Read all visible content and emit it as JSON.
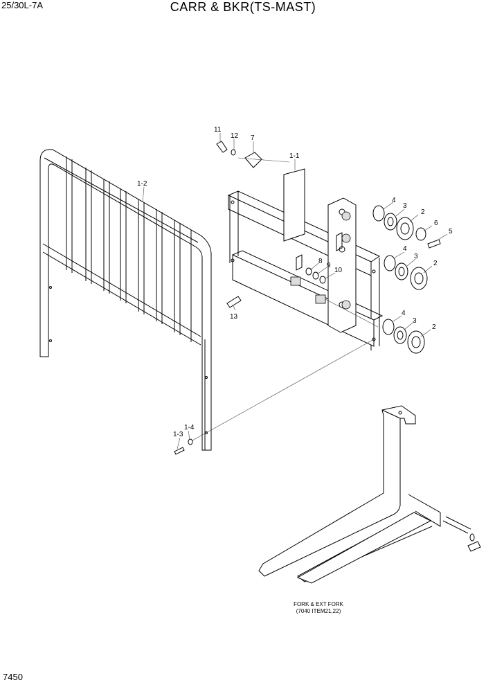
{
  "header": {
    "model": "25/30L-7A",
    "title": "CARR & BKR(TS-MAST)"
  },
  "footer": {
    "page_number": "7450"
  },
  "reference_note": {
    "line1": "FORK & EXT FORK",
    "line2": "(7040 ITEM21,22)"
  },
  "callouts": [
    "11",
    "12",
    "7",
    "1-1",
    "1-2",
    "4",
    "3",
    "2",
    "6",
    "5",
    "4",
    "3",
    "2",
    "8",
    "9",
    "10",
    "13",
    "4",
    "3",
    "2",
    "1-4",
    "1-3"
  ]
}
